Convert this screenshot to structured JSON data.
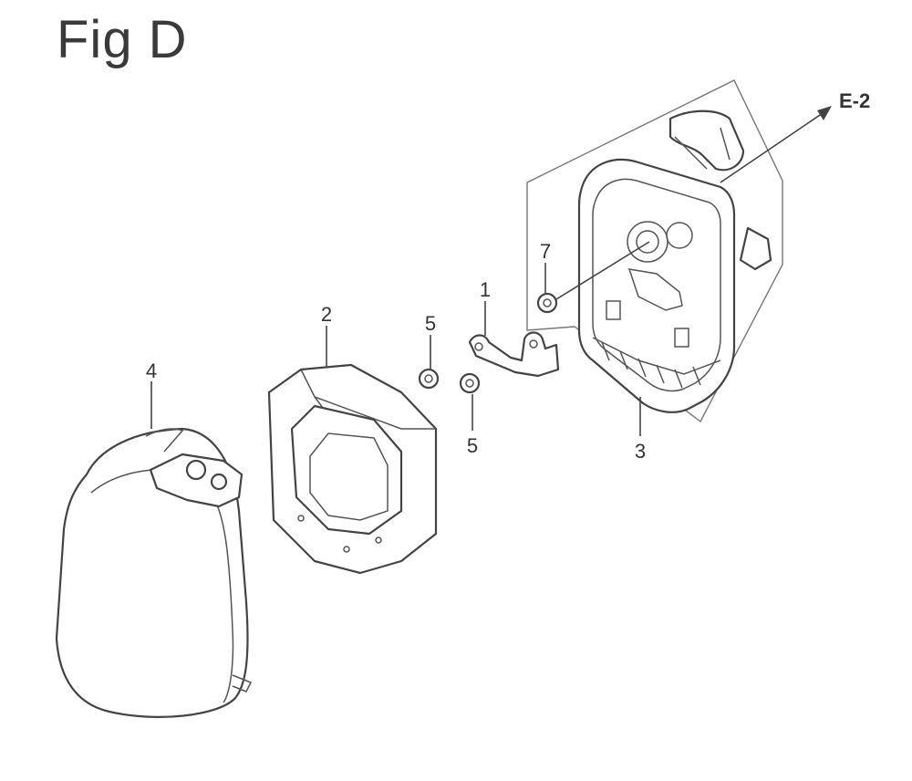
{
  "title": "Fig D",
  "callouts": {
    "p1": "1",
    "p2": "2",
    "p3": "3",
    "p4": "4",
    "p5a": "5",
    "p5b": "5",
    "p7": "7",
    "ref": "E-2"
  },
  "colors": {
    "line": "#444444",
    "text": "#333333",
    "background": "#ffffff"
  }
}
